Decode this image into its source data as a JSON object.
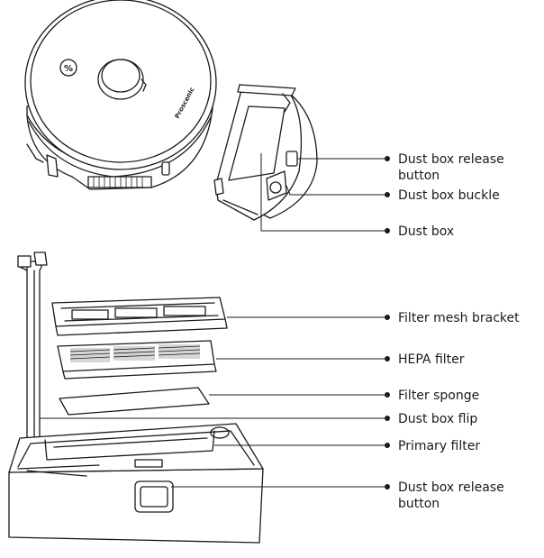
{
  "robot_brand": "Proscenic",
  "top_callouts": [
    {
      "id": "dust-box-release-button-top",
      "lines": [
        "Dust box release",
        "button"
      ]
    },
    {
      "id": "dust-box-buckle",
      "lines": [
        "Dust box buckle"
      ]
    },
    {
      "id": "dust-box",
      "lines": [
        "Dust box"
      ]
    }
  ],
  "bottom_callouts": [
    {
      "id": "filter-mesh-bracket",
      "lines": [
        "Filter mesh bracket"
      ]
    },
    {
      "id": "hepa-filter",
      "lines": [
        "HEPA filter"
      ]
    },
    {
      "id": "filter-sponge",
      "lines": [
        "Filter sponge"
      ]
    },
    {
      "id": "dust-box-flip",
      "lines": [
        "Dust box flip"
      ]
    },
    {
      "id": "primary-filter",
      "lines": [
        "Primary filter"
      ]
    },
    {
      "id": "dust-box-release-button-bottom",
      "lines": [
        "Dust box release",
        "button"
      ]
    }
  ]
}
